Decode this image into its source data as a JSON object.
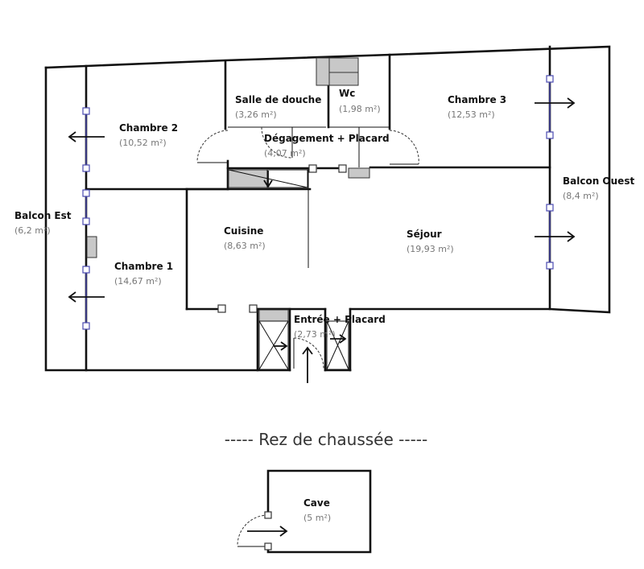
{
  "rooms": {
    "salle_de_douche": {
      "name": "Salle de douche",
      "area": "(3,26 m²)"
    },
    "wc": {
      "name": "Wc",
      "area": "(1,98 m²)"
    },
    "chambre3": {
      "name": "Chambre 3",
      "area": "(12,53 m²)"
    },
    "chambre2": {
      "name": "Chambre 2",
      "area": "(10,52 m²)"
    },
    "degagement": {
      "name": "Dégagement + Placard",
      "area": "(4,07 m²)"
    },
    "balcon_ouest": {
      "name": "Balcon Ouest",
      "area": "(8,4 m²)"
    },
    "balcon_est": {
      "name": "Balcon Est",
      "area": "(6,2 m²)"
    },
    "cuisine": {
      "name": "Cuisine",
      "area": "(8,63 m²)"
    },
    "sejour": {
      "name": "Séjour",
      "area": "(19,93 m²)"
    },
    "chambre1": {
      "name": "Chambre 1",
      "area": "(14,67 m²)"
    },
    "entree": {
      "name": "Entrée + Placard",
      "area": "(2,73 m²)"
    },
    "cave": {
      "name": "Cave",
      "area": "(5 m²)"
    }
  },
  "floor_title": "----- Rez de chaussée -----"
}
